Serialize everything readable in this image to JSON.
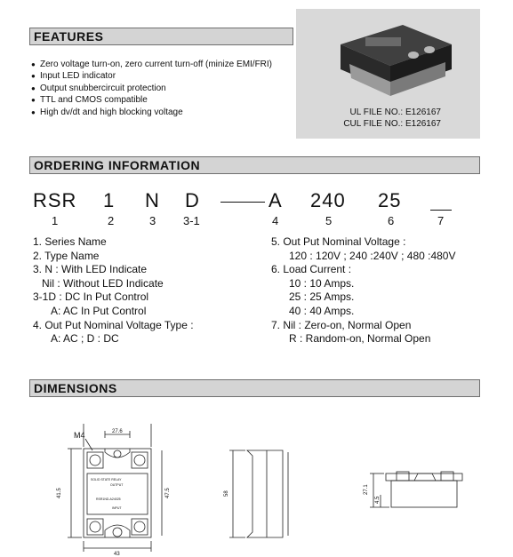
{
  "sections": {
    "features": "FEATURES",
    "ordering": "ORDERING  INFORMATION",
    "dimensions": "DIMENSIONS"
  },
  "features": [
    "Zero voltage turn-on, zero current turn-off (minize EMI/FRI)",
    "Input LED indicator",
    "Output snubbercircuit protection",
    "TTL and CMOS compatible",
    "High dv/dt and high blocking voltage"
  ],
  "files": {
    "ul": "UL FILE NO.: E126167",
    "cul": "CUL FILE NO.: E126167"
  },
  "part_code": {
    "tokens": [
      "RSR",
      "1",
      "N",
      "D",
      "A",
      "240",
      "25"
    ],
    "numbers": [
      "1",
      "2",
      "3",
      "3-1",
      "4",
      "5",
      "6",
      "7"
    ]
  },
  "ordering_left": [
    "1.  Series Name",
    "2.  Type Name",
    "3.  N : With LED Indicate",
    "    Nil : Without LED Indicate",
    "3-1D : DC In Put Control",
    "       A: AC In Put Control",
    "4.  Out Put Nominal Voltage Type :",
    "       A: AC ; D : DC"
  ],
  "ordering_right": [
    "5.  Out Put Nominal Voltage :",
    "    120 : 120V ; 240 :240V ; 480 :480V",
    "6.  Load Current :",
    "    10 : 10 Amps.",
    "    25 : 25 Amps.",
    "    40 : 40 Amps.",
    "7.  Nil : Zero-on, Normal Open",
    "    R : Random-on, Normal Open"
  ],
  "dims": {
    "m4": "M4",
    "top": "27.6",
    "left": "41.5",
    "right": "47.5",
    "bottom": "43",
    "side_h": "58",
    "end_h": "27.1",
    "end_small": "4.5",
    "label_lines": [
      "SOLID STATE RELAY",
      "OUTPUT",
      "RSR1ND-A24025",
      "INPUT"
    ]
  }
}
